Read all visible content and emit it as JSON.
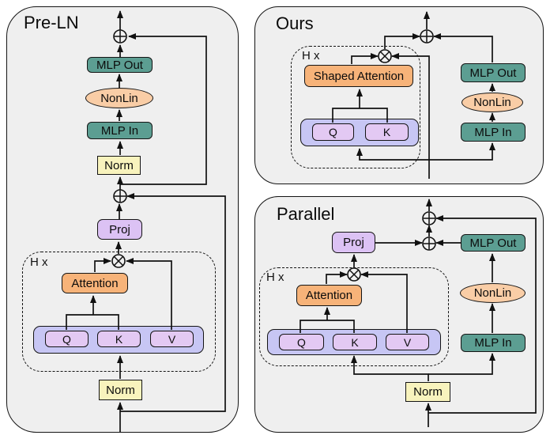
{
  "pre_ln": {
    "title": "Pre-LN",
    "loop_label": "H x",
    "mlp_out": "MLP Out",
    "nonlin": "NonLin",
    "mlp_in": "MLP In",
    "norm_mlp": "Norm",
    "proj": "Proj",
    "attention": "Attention",
    "q": "Q",
    "k": "K",
    "v": "V",
    "norm_attn": "Norm"
  },
  "ours": {
    "title": "Ours",
    "loop_label": "H x",
    "shaped_attention": "Shaped Attention",
    "q": "Q",
    "k": "K",
    "mlp_out": "MLP Out",
    "nonlin": "NonLin",
    "mlp_in": "MLP In"
  },
  "parallel": {
    "title": "Parallel",
    "loop_label": "H x",
    "proj": "Proj",
    "attention": "Attention",
    "q": "Q",
    "k": "K",
    "v": "V",
    "mlp_out": "MLP Out",
    "nonlin": "NonLin",
    "mlp_in": "MLP In",
    "norm": "Norm"
  },
  "operators": {
    "add": "⊕",
    "multiply": "⊗"
  },
  "colors": {
    "panel_bg": "#efefef",
    "mlp_teal": "#5c9e92",
    "attention_orange": "#f7b379",
    "nonlin_peach": "#f9cda6",
    "proj_purple": "#dcc2f4",
    "qkv_lilac": "#e3c9f3",
    "qkv_container_periwinkle": "#c7c6f4",
    "norm_yellow": "#f8f3bd",
    "line": "#111111"
  }
}
